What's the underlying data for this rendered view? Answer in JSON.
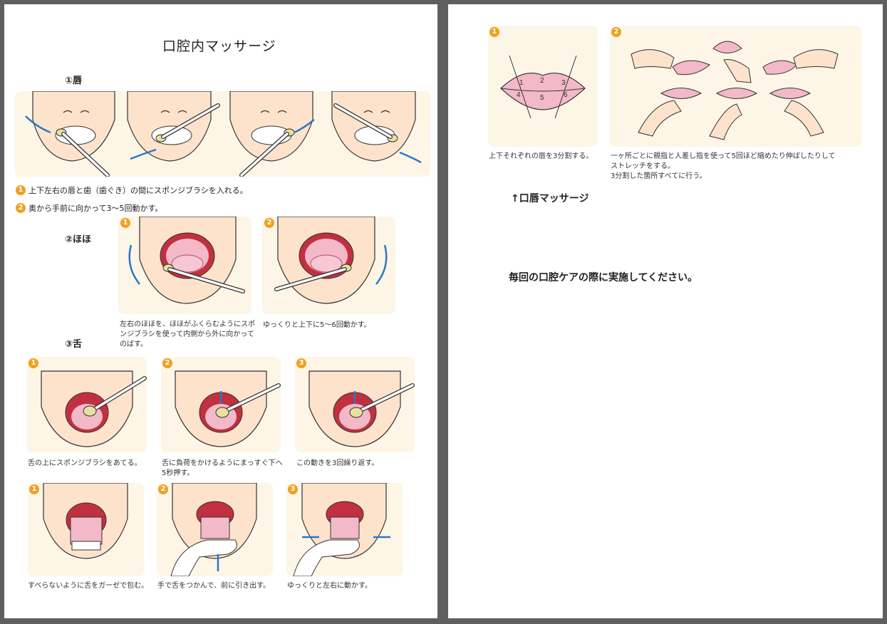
{
  "page1": {
    "title": "口腔内マッサージ",
    "lips": {
      "heading": "①唇",
      "steps": [
        {
          "num": "1",
          "text": "上下左右の唇と歯（歯ぐき）の間にスポンジブラシを入れる。"
        },
        {
          "num": "2",
          "text": "奥から手前に向かって3～5回動かす。"
        }
      ]
    },
    "cheek": {
      "heading": "②ほほ",
      "panels": [
        {
          "num": "1",
          "caption": "左右のほほを、ほほがふくらむようにスポンジブラシを使って内側から外に向かってのばす。"
        },
        {
          "num": "2",
          "caption": "ゆっくりと上下に5～6回動かす。"
        }
      ]
    },
    "tongue": {
      "heading": "③舌",
      "row1": [
        {
          "num": "1",
          "caption": "舌の上にスポンジブラシをあてる。"
        },
        {
          "num": "2",
          "caption": "舌に負荷をかけるようにまっすぐ下へ5秒押す。"
        },
        {
          "num": "3",
          "caption": "この動きを3回繰り返す。"
        }
      ],
      "row2": [
        {
          "num": "1",
          "caption": "すべらないように舌をガーゼで包む。"
        },
        {
          "num": "2",
          "caption": "手で舌をつかんで、前に引き出す。"
        },
        {
          "num": "3",
          "caption": "ゆっくりと左右に動かす。"
        }
      ]
    }
  },
  "page2": {
    "panel1": {
      "num": "1",
      "caption": "上下それぞれの唇を3分割する。",
      "regions": [
        "1",
        "2",
        "3",
        "4",
        "5",
        "6"
      ]
    },
    "panel2": {
      "num": "2",
      "caption_line1": "一ヶ所ごとに親指と人差し指を使って5回ほど縮めたり伸ばしたりして",
      "caption_line2": "ストレッチをする。",
      "caption_line3": "3分割した箇所すべてに行う。"
    },
    "label": "↑口唇マッサージ",
    "note": "毎回の口腔ケアの際に実施してください。"
  },
  "colors": {
    "badge": "#f0a020",
    "panel_bg": "#fdf6e6",
    "skin": "#fde3cc",
    "lip_pink": "#f3b9c8",
    "arrow_blue": "#2a78c8",
    "page_bg": "#5f5f5f"
  }
}
